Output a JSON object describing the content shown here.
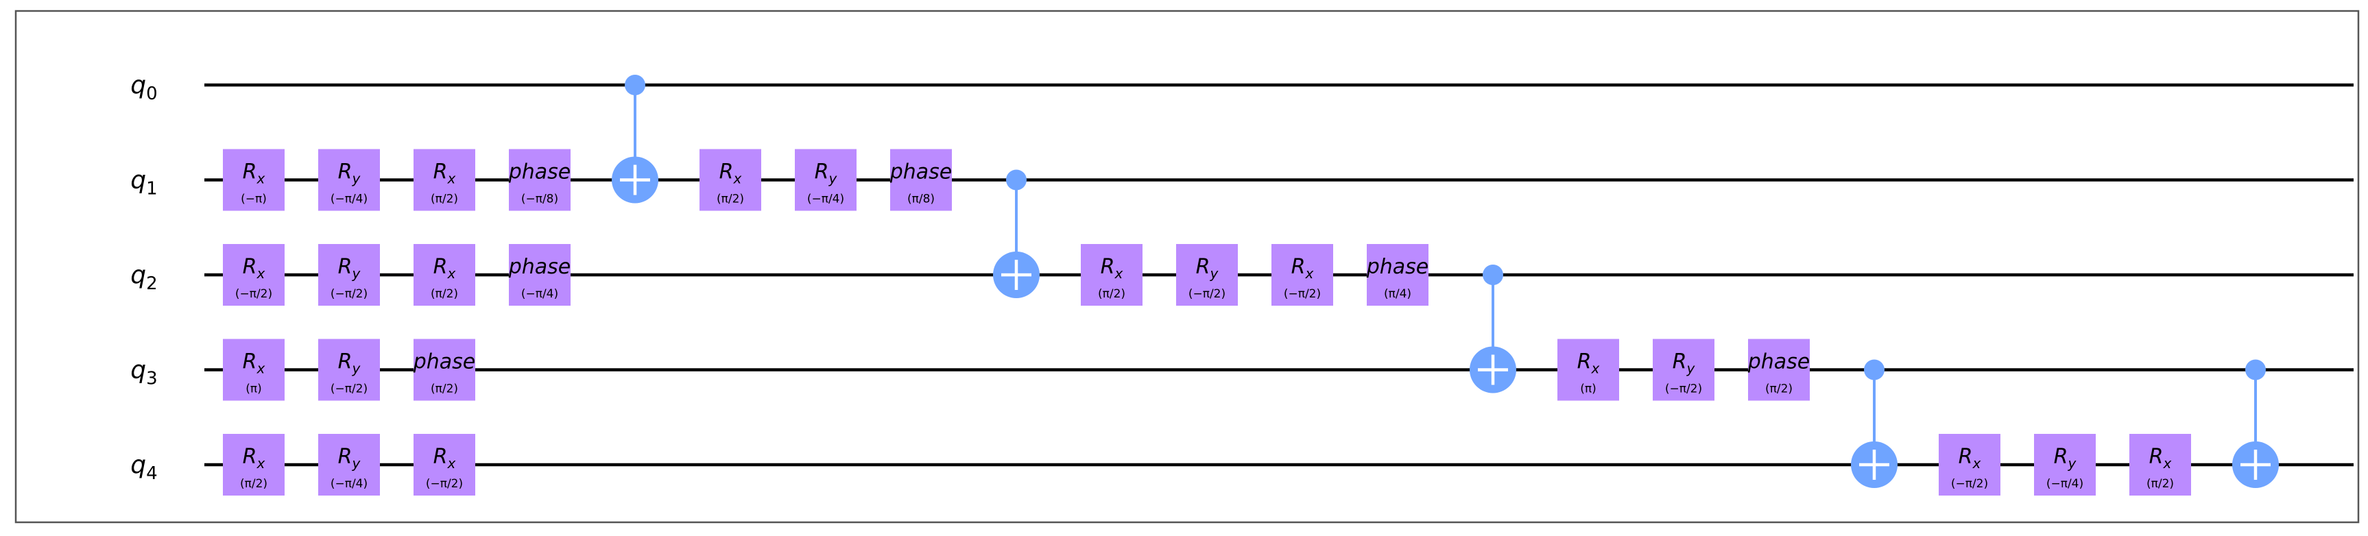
{
  "colors": {
    "gate": "#bb8bff",
    "control": "#6fa4ff",
    "wire": "#000000",
    "frame": "#555555"
  },
  "qubits": [
    {
      "name": "q",
      "index": "0"
    },
    {
      "name": "q",
      "index": "1"
    },
    {
      "name": "q",
      "index": "2"
    },
    {
      "name": "q",
      "index": "3"
    },
    {
      "name": "q",
      "index": "4"
    }
  ],
  "gates": [
    {
      "qubit": 1,
      "step": 0,
      "name": "R",
      "sub": "x",
      "param": "(−π)"
    },
    {
      "qubit": 1,
      "step": 1,
      "name": "R",
      "sub": "y",
      "param": "(−π/4)"
    },
    {
      "qubit": 1,
      "step": 2,
      "name": "R",
      "sub": "x",
      "param": "(π/2)"
    },
    {
      "qubit": 1,
      "step": 3,
      "name": "phase",
      "sub": "",
      "param": "(−π/8)"
    },
    {
      "qubit": 2,
      "step": 0,
      "name": "R",
      "sub": "x",
      "param": "(−π/2)"
    },
    {
      "qubit": 2,
      "step": 1,
      "name": "R",
      "sub": "y",
      "param": "(−π/2)"
    },
    {
      "qubit": 2,
      "step": 2,
      "name": "R",
      "sub": "x",
      "param": "(π/2)"
    },
    {
      "qubit": 2,
      "step": 3,
      "name": "phase",
      "sub": "",
      "param": "(−π/4)"
    },
    {
      "qubit": 3,
      "step": 0,
      "name": "R",
      "sub": "x",
      "param": "(π)"
    },
    {
      "qubit": 3,
      "step": 1,
      "name": "R",
      "sub": "y",
      "param": "(−π/2)"
    },
    {
      "qubit": 3,
      "step": 2,
      "name": "phase",
      "sub": "",
      "param": "(π/2)"
    },
    {
      "qubit": 4,
      "step": 0,
      "name": "R",
      "sub": "x",
      "param": "(π/2)"
    },
    {
      "qubit": 4,
      "step": 1,
      "name": "R",
      "sub": "y",
      "param": "(−π/4)"
    },
    {
      "qubit": 4,
      "step": 2,
      "name": "R",
      "sub": "x",
      "param": "(−π/2)"
    },
    {
      "qubit": 1,
      "step": 5,
      "name": "R",
      "sub": "x",
      "param": "(π/2)"
    },
    {
      "qubit": 1,
      "step": 6,
      "name": "R",
      "sub": "y",
      "param": "(−π/4)"
    },
    {
      "qubit": 1,
      "step": 7,
      "name": "phase",
      "sub": "",
      "param": "(π/8)"
    },
    {
      "qubit": 2,
      "step": 9,
      "name": "R",
      "sub": "x",
      "param": "(π/2)"
    },
    {
      "qubit": 2,
      "step": 10,
      "name": "R",
      "sub": "y",
      "param": "(−π/2)"
    },
    {
      "qubit": 2,
      "step": 11,
      "name": "R",
      "sub": "x",
      "param": "(−π/2)"
    },
    {
      "qubit": 2,
      "step": 12,
      "name": "phase",
      "sub": "",
      "param": "(π/4)"
    },
    {
      "qubit": 3,
      "step": 14,
      "name": "R",
      "sub": "x",
      "param": "(π)"
    },
    {
      "qubit": 3,
      "step": 15,
      "name": "R",
      "sub": "y",
      "param": "(−π/2)"
    },
    {
      "qubit": 3,
      "step": 16,
      "name": "phase",
      "sub": "",
      "param": "(π/2)"
    },
    {
      "qubit": 4,
      "step": 18,
      "name": "R",
      "sub": "x",
      "param": "(−π/2)"
    },
    {
      "qubit": 4,
      "step": 19,
      "name": "R",
      "sub": "y",
      "param": "(−π/4)"
    },
    {
      "qubit": 4,
      "step": 20,
      "name": "R",
      "sub": "x",
      "param": "(π/2)"
    }
  ],
  "cnots": [
    {
      "step": 4,
      "control": 0,
      "target": 1
    },
    {
      "step": 8,
      "control": 1,
      "target": 2
    },
    {
      "step": 13,
      "control": 2,
      "target": 3
    },
    {
      "step": 17,
      "control": 3,
      "target": 4
    },
    {
      "step": 21,
      "control": 3,
      "target": 4
    }
  ]
}
